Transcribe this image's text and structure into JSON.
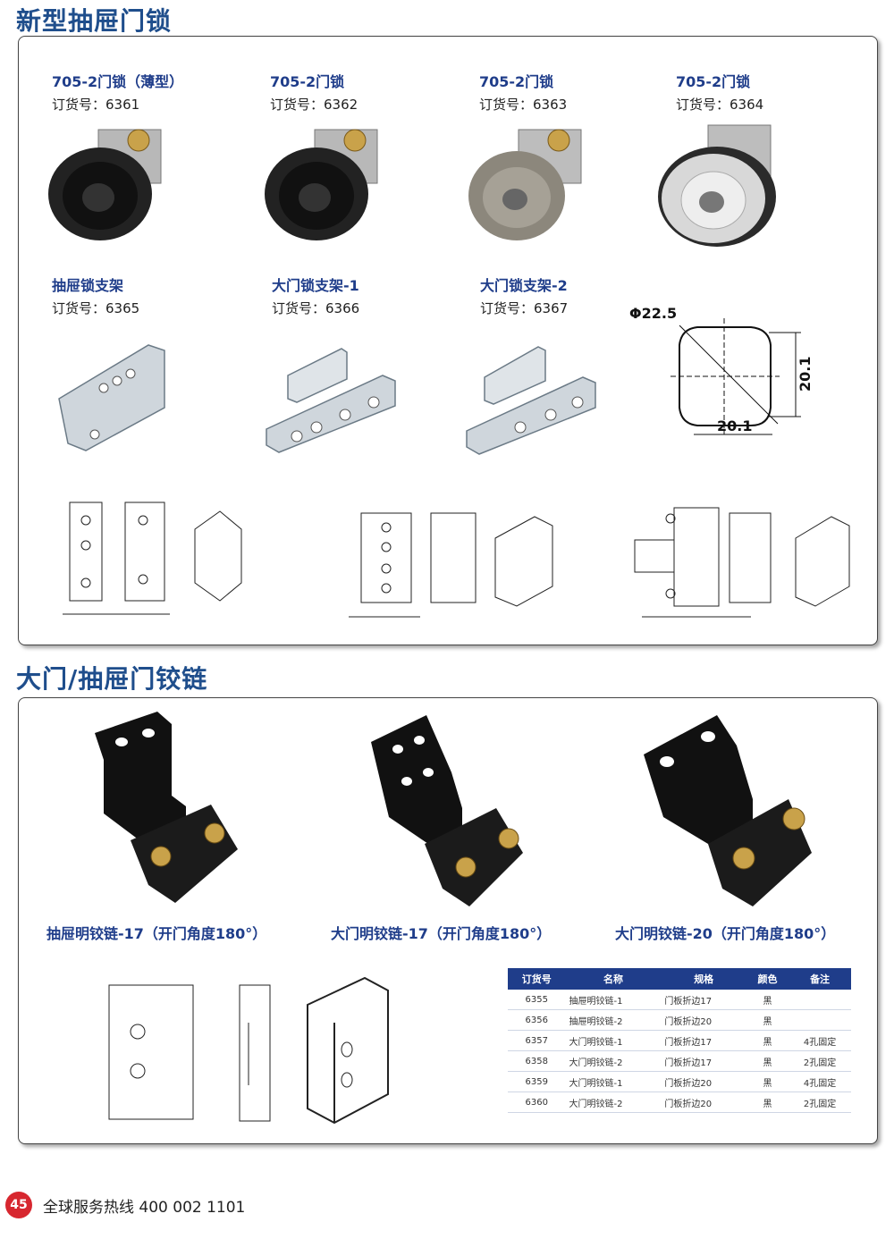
{
  "section1": {
    "title": "新型抽屉门锁",
    "products": [
      {
        "name": "705-2门锁（薄型）",
        "order": "订货号：6361"
      },
      {
        "name": "705-2门锁",
        "order": "订货号：6362"
      },
      {
        "name": "705-2门锁",
        "order": "订货号：6363"
      },
      {
        "name": "705-2门锁",
        "order": "订货号：6364"
      },
      {
        "name": "抽屉锁支架",
        "order": "订货号：6365"
      },
      {
        "name": "大门锁支架-1",
        "order": "订货号：6366"
      },
      {
        "name": "大门锁支架-2",
        "order": "订货号：6367"
      }
    ],
    "dimension": {
      "diameter": "Φ22.5",
      "width": "20.1",
      "height": "20.1"
    }
  },
  "section2": {
    "title": "大门/抽屉门铰链",
    "captions": [
      "抽屉明铰链-17（开门角度180°）",
      "大门明铰链-17（开门角度180°）",
      "大门明铰链-20（开门角度180°）"
    ],
    "table": {
      "headers": [
        "订货号",
        "名称",
        "规格",
        "颜色",
        "备注"
      ],
      "rows": [
        [
          "6355",
          "抽屉明铰链-1",
          "门板折边17",
          "黑",
          ""
        ],
        [
          "6356",
          "抽屉明铰链-2",
          "门板折边20",
          "黑",
          ""
        ],
        [
          "6357",
          "大门明铰链-1",
          "门板折边17",
          "黑",
          "4孔固定"
        ],
        [
          "6358",
          "大门明铰链-2",
          "门板折边17",
          "黑",
          "2孔固定"
        ],
        [
          "6359",
          "大门明铰链-1",
          "门板折边20",
          "黑",
          "4孔固定"
        ],
        [
          "6360",
          "大门明铰链-2",
          "门板折边20",
          "黑",
          "2孔固定"
        ]
      ]
    }
  },
  "footer": {
    "page": "45",
    "hotline": "全球服务热线  400 002 1101"
  }
}
